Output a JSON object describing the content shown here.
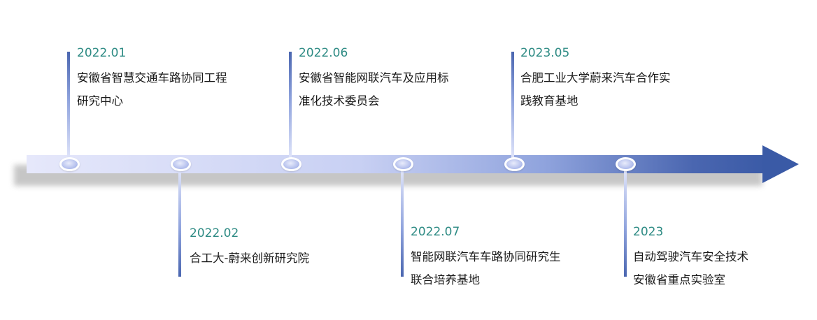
{
  "events": [
    {
      "date": "2022.01",
      "line1": "安徽省智慧交通车路协同工程",
      "line2": "研究中心"
    },
    {
      "date": "2022.02",
      "line1": "合工大-蔚来创新研究院",
      "line2": ""
    },
    {
      "date": "2022.06",
      "line1": "安徽省智能网联汽车及应用标",
      "line2": "准化技术委员会"
    },
    {
      "date": "2022.07",
      "line1": "智能网联汽车车路协同研究生",
      "line2": "联合培养基地"
    },
    {
      "date": "2023.05",
      "line1": "合肥工业大学蔚来汽车合作实",
      "line2": "践教育基地"
    },
    {
      "date": "2023",
      "line1": "自动驾驶汽车安全技术",
      "line2": "安徽省重点实验室"
    }
  ]
}
